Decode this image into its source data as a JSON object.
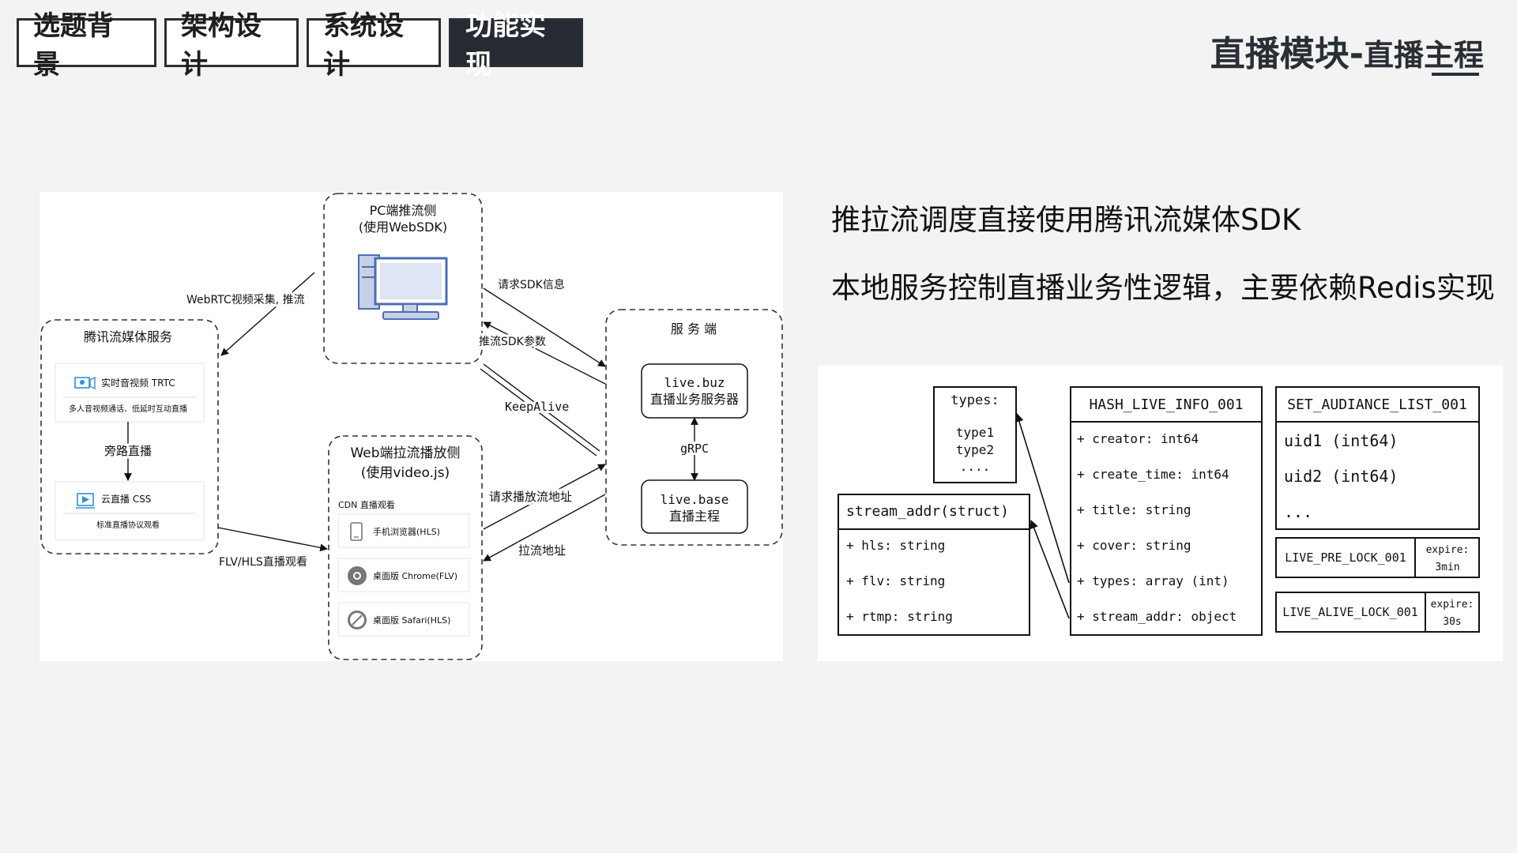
{
  "nav": {
    "tabs": [
      {
        "label": "选题背景",
        "active": false
      },
      {
        "label": "架构设计",
        "active": false
      },
      {
        "label": "系统设计",
        "active": false
      },
      {
        "label": "功能实现",
        "active": true
      }
    ]
  },
  "header": {
    "title_main": "直播模块",
    "title_sep": "-",
    "title_sub": "直播主程"
  },
  "description": {
    "line1": "推拉流调度直接使用腾讯流媒体SDK",
    "line2": "本地服务控制直播业务性逻辑，主要依赖Redis实现"
  },
  "arch": {
    "pc_title_1": "PC端推流侧",
    "pc_title_2": "(使用WebSDK)",
    "tencent_title": "腾讯流媒体服务",
    "trtc_label": "实时音视频 TRTC",
    "trtc_desc": "多人音视频通话、低延时互动直播",
    "bypass_label": "旁路直播",
    "css_label": "云直播 CSS",
    "css_desc": "标准直播协议观看",
    "web_title_1": "Web端拉流播放侧",
    "web_title_2": "(使用video.js)",
    "cdn_label": "CDN 直播观看",
    "cdn_item_1": "手机浏览器(HLS)",
    "cdn_item_2": "桌面版 Chrome(FLV)",
    "cdn_item_3": "桌面版 Safari(HLS)",
    "server_title": "服 务 端",
    "buz_line1": "live.buz",
    "buz_line2": "直播业务服务器",
    "base_line1": "live.base",
    "base_line2": "直播主程",
    "grpc_label": "gRPC",
    "edge_webrtc": "WebRTC视频采集, 推流",
    "edge_req_sdk": "请求SDK信息",
    "edge_push_sdk": "推流SDK参数",
    "edge_keepalive": "KeepAlive",
    "edge_req_pull": "请求播放流地址",
    "edge_pull_addr": "拉流地址",
    "edge_flv_hls": "FLV/HLS直播观看"
  },
  "redis": {
    "types_box": {
      "title": "types:",
      "items": [
        "type1",
        "type2",
        "...."
      ]
    },
    "stream_struct": {
      "title": "stream_addr(struct)",
      "fields": [
        "+ hls: string",
        "+ flv: string",
        "+ rtmp: string"
      ]
    },
    "hash_info": {
      "title": "HASH_LIVE_INFO_001",
      "fields": [
        "+ creator: int64",
        "+ create_time: int64",
        "+ title: string",
        "+ cover: string",
        "+ types: array (int)",
        "+ stream_addr: object"
      ]
    },
    "audience_set": {
      "title": "SET_AUDIANCE_LIST_001",
      "items": [
        "uid1 (int64)",
        "uid2 (int64)",
        "..."
      ]
    },
    "pre_lock": {
      "key": "LIVE_PRE_LOCK_001",
      "expire_label": "expire:",
      "expire_value": "3min"
    },
    "alive_lock": {
      "key": "LIVE_ALIVE_LOCK_001",
      "expire_label": "expire:",
      "expire_value": "30s"
    }
  },
  "colors": {
    "dark": "#262b33",
    "accent_blue": "#2f8fd8",
    "icon_blue": "#4a6fb5"
  }
}
